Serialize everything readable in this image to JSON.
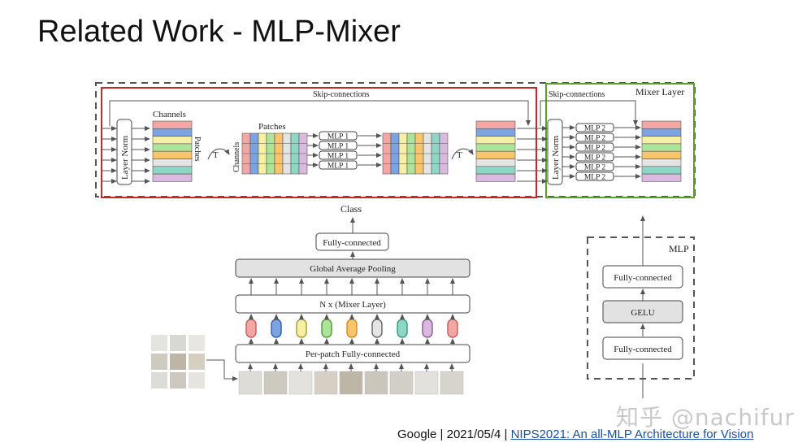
{
  "slide": {
    "title": "Related Work - MLP-Mixer",
    "footer_prefix": "Google | 2021/05/4  | ",
    "footer_link": "NIPS2021: An all-MLP Architecture for Vision",
    "watermark": "知乎 @nachifur"
  },
  "diagram": {
    "top": {
      "skip_label_1": "Skip-connections",
      "skip_label_2": "Skip-connections",
      "mixer_layer_label": "Mixer Layer",
      "layer_norm_label": "Layer Norm",
      "channels_label": "Channels",
      "patches_side_label": "Patches",
      "transpose_label": "T",
      "patches_label": "Patches",
      "channels_side_label": "Channels",
      "mlp1_labels": [
        "MLP 1",
        "MLP 1",
        "MLP 1",
        "MLP 1"
      ],
      "mlp2_labels": [
        "MLP 2",
        "MLP 2",
        "MLP 2",
        "MLP 2",
        "MLP 2",
        "MLP 2"
      ]
    },
    "bottom": {
      "class_label": "Class",
      "fc_label": "Fully-connected",
      "gap_label": "Global Average Pooling",
      "mixer_label": "N x (Mixer Layer)",
      "per_patch_label": "Per-patch Fully-connected"
    },
    "mlp_box": {
      "title": "MLP",
      "fc_top": "Fully-connected",
      "gelu": "GELU",
      "fc_bottom": "Fully-connected"
    },
    "colors": {
      "row_colors": [
        "#f3a7a5",
        "#7ba4e0",
        "#f6f0a6",
        "#aee39a",
        "#f8c56c",
        "#e4e4e4",
        "#8fd6c4",
        "#d9b9de"
      ],
      "token_fill": [
        "#f3a7a5",
        "#7ba4e0",
        "#f6f0a6",
        "#aee39a",
        "#f8c56c",
        "#e4e4e4",
        "#8fd6c4",
        "#d9b9de",
        "#f3a7a5"
      ],
      "token_stroke": [
        "#c85a58",
        "#2d5ea8",
        "#a89a2a",
        "#4e9a34",
        "#d9881a",
        "#666666",
        "#2e9c82",
        "#8a5a95",
        "#c85a58"
      ],
      "red_box": "#c62828",
      "green_box": "#5aa02c"
    }
  }
}
